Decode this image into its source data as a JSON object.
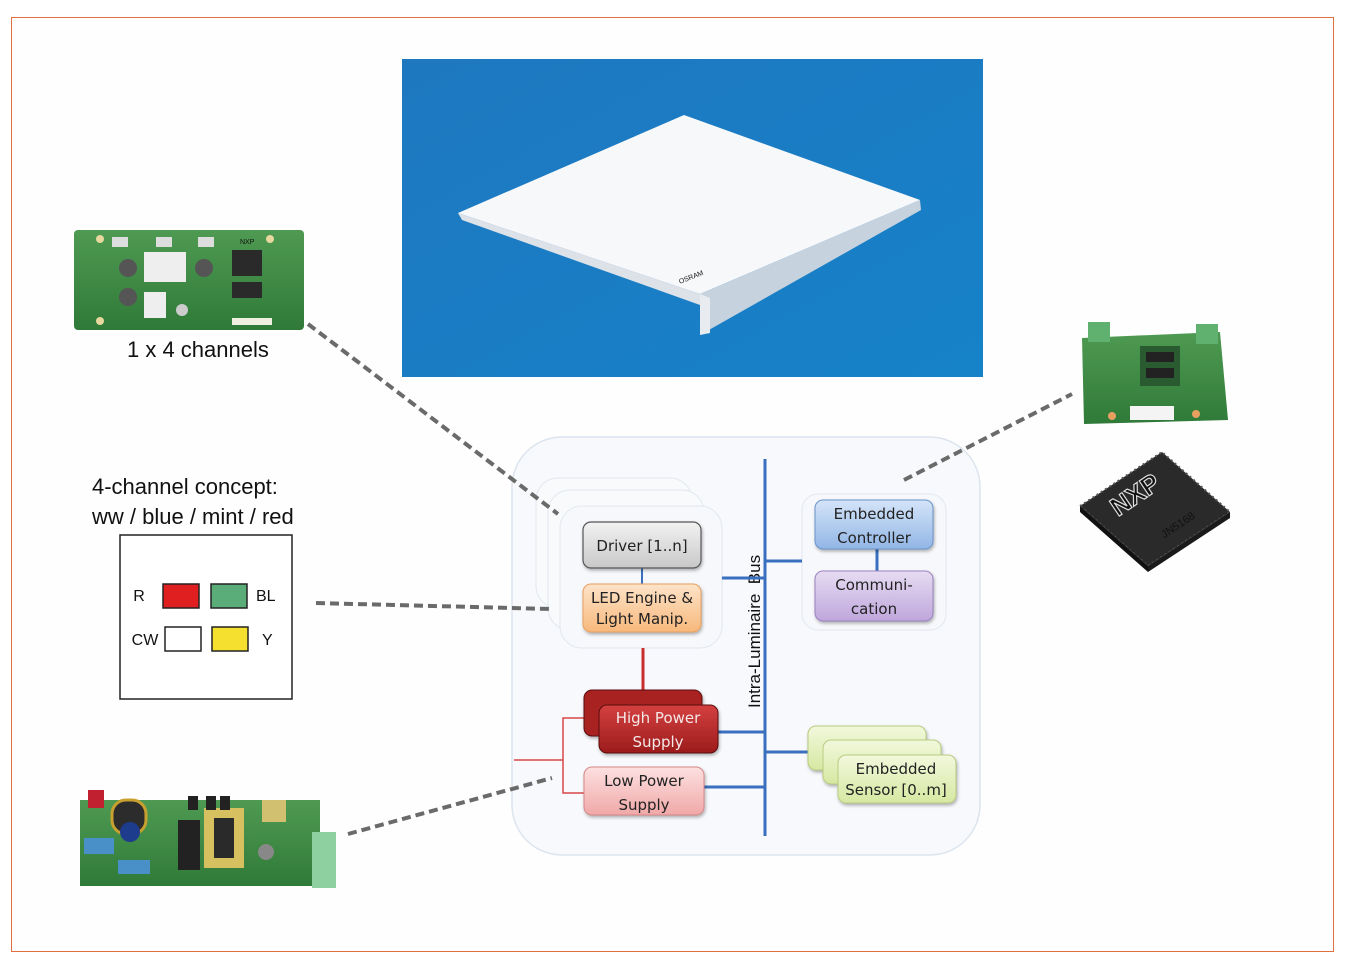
{
  "diagram": {
    "photos": {
      "luminaire": {
        "name": "luminaire-panel-photo",
        "background": "#1a7fc4",
        "logo_text": "OSRAM"
      },
      "driver_board": {
        "name": "driver-board-photo",
        "caption": "1 x 4 channels"
      },
      "controller_board": {
        "name": "controller-board-photo"
      },
      "chip": {
        "name": "nxp-chip-photo",
        "brand": "NXP",
        "model": "JN5168"
      },
      "power_board": {
        "name": "power-supply-board-photo"
      }
    },
    "channel_concept": {
      "title_line1": "4-channel concept:",
      "title_line2": "ww / blue / mint / red",
      "channels": [
        {
          "label": "R",
          "color": "#e02020"
        },
        {
          "label": "BL",
          "color": "#5aad78"
        },
        {
          "label": "CW",
          "color": "#ffffff"
        },
        {
          "label": "Y",
          "color": "#f5e030"
        }
      ]
    },
    "architecture": {
      "bus_label": "Intra-Luminaire  Bus",
      "bus_color": "#3a6fc0",
      "power_line_color": "#c83030",
      "blocks": {
        "driver": {
          "line1": "Driver  [1..n]",
          "color": "#d4d4d4"
        },
        "led_engine": {
          "line1": "LED Engine &",
          "line2": "Light Manip.",
          "color": "#f8c89a"
        },
        "embedded_controller": {
          "line1": "Embedded",
          "line2": "Controller",
          "color": "#a8c6ec"
        },
        "communication": {
          "line1": "Communi-",
          "line2": "cation",
          "color": "#cdb8e4"
        },
        "high_power_supply": {
          "line1": "High Power",
          "line2": "Supply",
          "color": "#b82828"
        },
        "low_power_supply": {
          "line1": "Low Power",
          "line2": "Supply",
          "color": "#f4c0c0"
        },
        "embedded_sensor": {
          "line1": "Embedded",
          "line2": "Sensor [0..m]",
          "color": "#e2efb8"
        }
      }
    },
    "frame_color": "#e07040",
    "connector_color": "#6a6a6a"
  }
}
